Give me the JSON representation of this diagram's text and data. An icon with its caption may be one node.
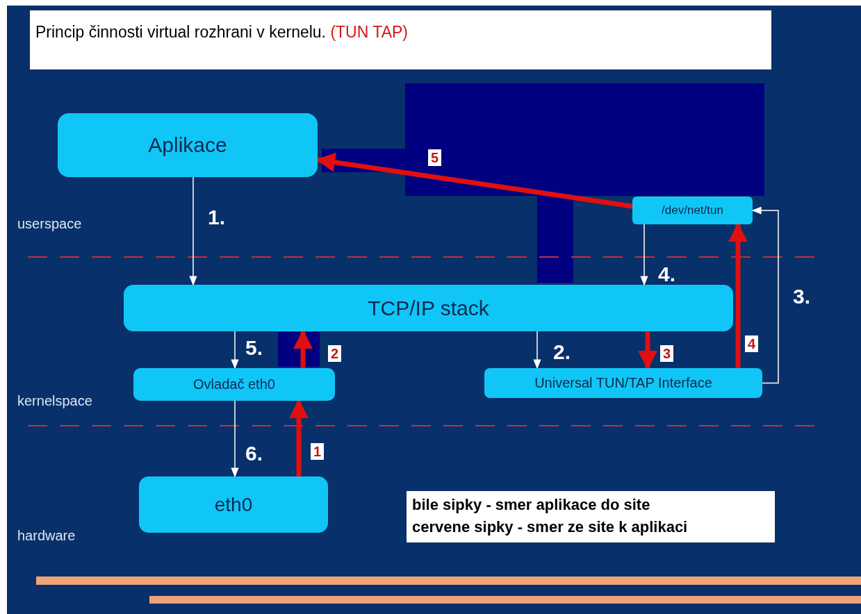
{
  "diagram": {
    "title": "Princip činnosti virtual rozhrani v kernelu. **(TUN TAP)**",
    "nodes": [
      {
        "text": [
          "Aplikace"
        ]
      },
      {
        "text": [
          "/dev/net/tun"
        ]
      },
      {
        "text": [
          "TCP/IP stack"
        ]
      },
      {
        "text": [
          "Ovladač eth0"
        ]
      },
      {
        "text": [
          "Universal TUN/TAP Interface"
        ]
      },
      {
        "text": [
          "eth0"
        ]
      }
    ],
    "edges": [
      {
        "from": 0,
        "to": 2,
        "arrow": "to",
        "label": "1."
      },
      {
        "from": 2,
        "to": 4,
        "arrow": "to",
        "label": "2."
      },
      {
        "from": 4,
        "to": 1,
        "arrow": "to",
        "label": "3."
      },
      {
        "from": 1,
        "to": 2,
        "arrow": "to",
        "label": "4."
      },
      {
        "from": 2,
        "to": 3,
        "arrow": "to",
        "label": "5."
      },
      {
        "from": 3,
        "to": 5,
        "arrow": "to",
        "label": "6."
      },
      {
        "from": 5,
        "to": 3,
        "arrow": "to",
        "label": "1",
        "style": "thick",
        "color": "#e01010"
      },
      {
        "from": 3,
        "to": 2,
        "arrow": "to",
        "label": "2",
        "style": "thick",
        "color": "#e01010"
      },
      {
        "from": 2,
        "to": 4,
        "arrow": "to",
        "label": "3",
        "style": "thick",
        "color": "#e01010"
      },
      {
        "from": 4,
        "to": 1,
        "arrow": "to",
        "label": "4",
        "style": "thick",
        "color": "#e01010"
      },
      {
        "from": 1,
        "to": 0,
        "arrow": "to",
        "label": "5",
        "style": "thick",
        "color": "#e01010"
      }
    ],
    "labels": [
      "userspace",
      "kernelspace",
      "hardware",
      "bile sipky - smer aplikace do site",
      "cervene sipky - smer ze site k aplikaci"
    ]
  }
}
